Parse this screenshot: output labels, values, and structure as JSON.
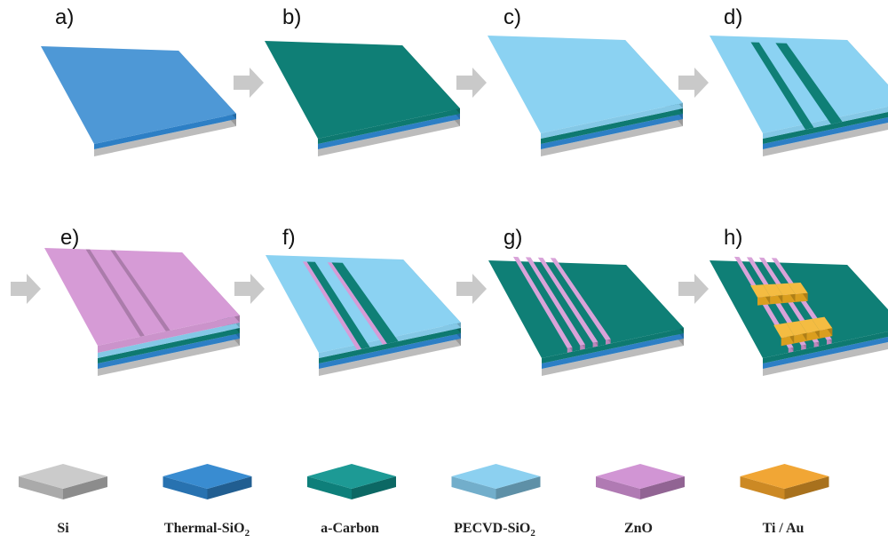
{
  "steps": [
    {
      "label": "a)",
      "top": "blue"
    },
    {
      "label": "b)",
      "top": "teal"
    },
    {
      "label": "c)",
      "top": "light"
    },
    {
      "label": "d)",
      "top": "light-trenched"
    },
    {
      "label": "e)",
      "top": "pink-notched"
    },
    {
      "label": "f)",
      "top": "light-trenched-pink"
    },
    {
      "label": "g)",
      "top": "teal-zno-lines"
    },
    {
      "label": "h)",
      "top": "teal-zno-lines-pads"
    }
  ],
  "legend": [
    {
      "name": "Si",
      "sub": "",
      "color": "#c8c8c8"
    },
    {
      "name": "Thermal-SiO",
      "sub": "2",
      "color": "#2f86cf"
    },
    {
      "name": "a-Carbon",
      "sub": "",
      "color": "#11958f"
    },
    {
      "name": "PECVD-SiO",
      "sub": "2",
      "color": "#86cdef"
    },
    {
      "name": "ZnO",
      "sub": "",
      "color": "#cf8fd2"
    },
    {
      "name": "Ti / Au",
      "sub": "",
      "color": "#f0a12a"
    }
  ],
  "colors": {
    "si": "#c6c6c6",
    "thermal": "#2f86cf",
    "carbon": "#0f7f76",
    "pecvd": "#8bd2f2",
    "zno": "#d69bd6",
    "au": "#f2b021",
    "arrow": "#c9c9c9"
  }
}
